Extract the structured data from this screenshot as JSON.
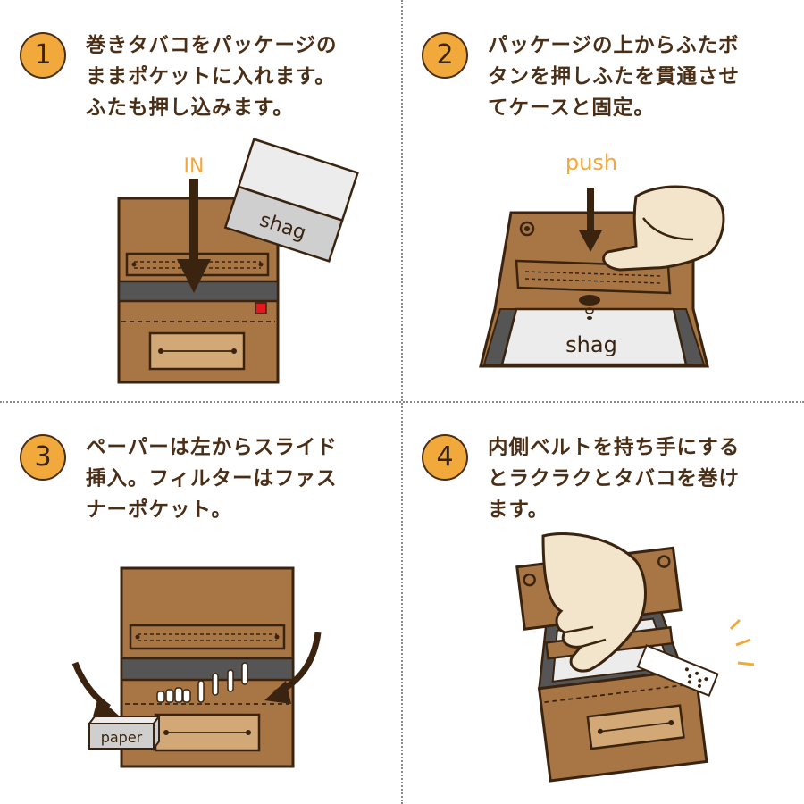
{
  "steps": [
    {
      "number": "1",
      "lines": [
        "巻きタバコをパッケージの",
        "ままポケットに入れます。",
        "ふたも押し込みます。"
      ],
      "labels": {
        "arrow": "IN",
        "package": "shag"
      }
    },
    {
      "number": "2",
      "lines": [
        "パッケージの上からふたボ",
        "タンを押しふたを貫通させ",
        "てケースと固定。"
      ],
      "labels": {
        "arrow": "push",
        "package": "shag"
      }
    },
    {
      "number": "3",
      "lines": [
        "ペーパーは左からスライド",
        "挿入。フィルターはファス",
        "ナーポケット。"
      ],
      "labels": {
        "paper": "paper"
      }
    },
    {
      "number": "4",
      "lines": [
        "内側ベルトを持ち手にする",
        "とラクラクとタバコを巻け",
        "ます。"
      ],
      "labels": {}
    }
  ],
  "colors": {
    "leather": "#a87545",
    "leather_light": "#d3a877",
    "outline": "#3a2410",
    "accent": "#f2a93b",
    "band": "#555555",
    "skin": "#f3e4cc",
    "package": "#cfcfcf",
    "package_light": "#ececec",
    "red_tab": "#e5191d"
  }
}
